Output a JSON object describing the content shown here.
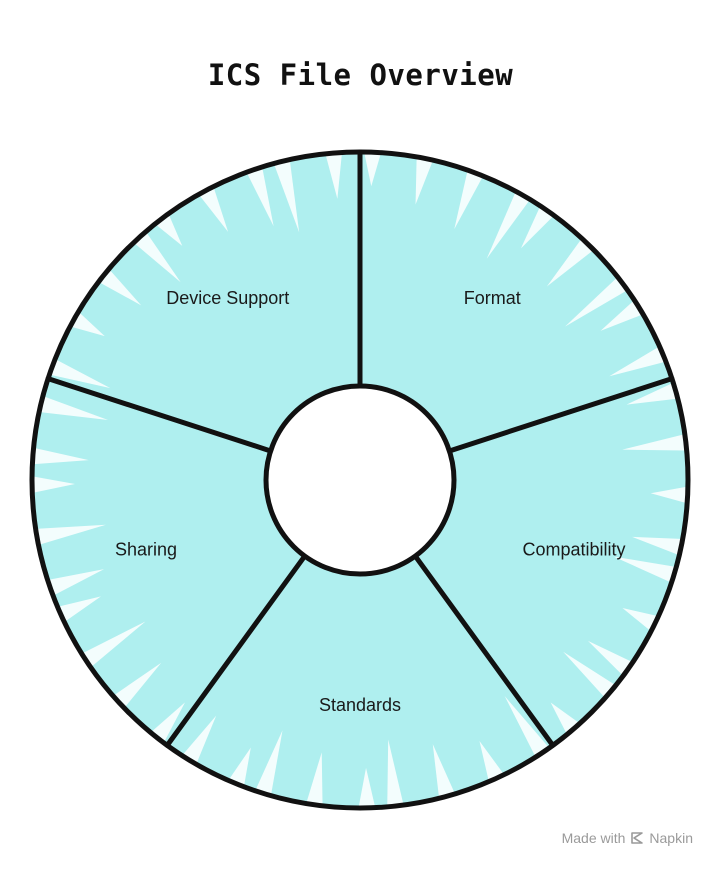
{
  "title": "ICS File Overview",
  "colors": {
    "segment_fill": "#AFEFEF",
    "outline": "#111111",
    "center_fill": "#FFFFFF",
    "hatch": "#FFFFFF",
    "footer_text": "#9A9A9A"
  },
  "segments": [
    {
      "label": "Format"
    },
    {
      "label": "Compatibility"
    },
    {
      "label": "Standards"
    },
    {
      "label": "Sharing"
    },
    {
      "label": "Device Support"
    }
  ],
  "footer": {
    "made_with": "Made with",
    "brand": "Napkin",
    "brand_icon": "napkin-logo-icon"
  }
}
